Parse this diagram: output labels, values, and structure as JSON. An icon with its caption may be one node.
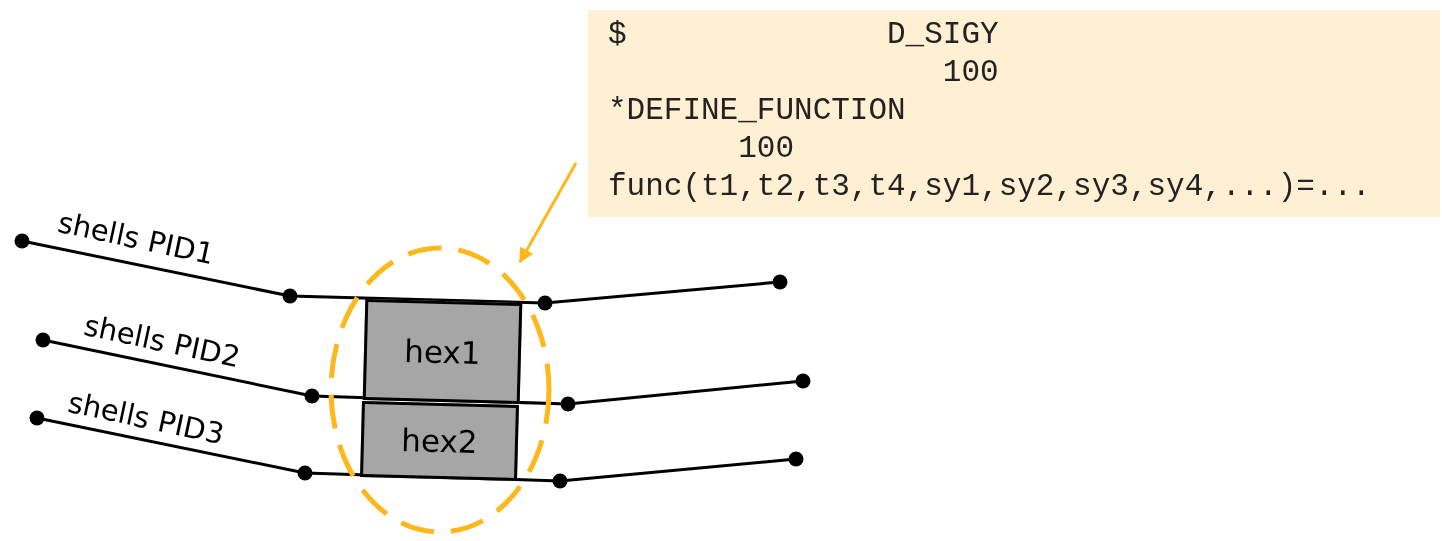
{
  "diagram": {
    "nodes": [
      {
        "text": [
          "$",
          "D_SIGY",
          "100",
          "*DEFINE_FUNCTION",
          "100",
          "func(t1,t2,t3,t4,sy1,sy2,sy3,sy4,...)=..."
        ]
      },
      {
        "text": [
          "hex1"
        ],
        "in": 3
      },
      {
        "text": [
          "hex2"
        ],
        "in": 3
      },
      {
        "text": [],
        "shape": "ellipse"
      }
    ],
    "edges": [
      {
        "from": 0,
        "to": 3,
        "arrow": "to",
        "color": "#ffb81c"
      }
    ],
    "labels": [
      "shells PID1",
      "shells PID2",
      "shells PID3"
    ]
  }
}
